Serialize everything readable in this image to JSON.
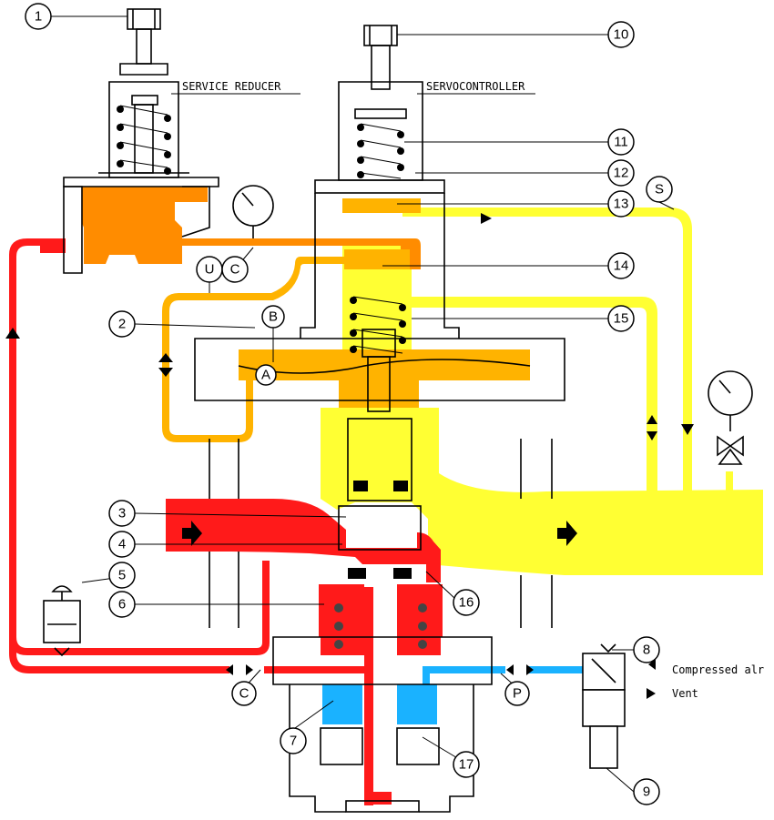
{
  "titles": {
    "service_reducer": "SERVICE REDUCER",
    "servocontroller": "SERVOCONTROLLER"
  },
  "side_labels": {
    "compressed_air": "Compressed alr",
    "vent": "Vent"
  },
  "callouts": {
    "c1": "1",
    "c2": "2",
    "c3": "3",
    "c4": "4",
    "c5": "5",
    "c6": "6",
    "c7": "7",
    "c8": "8",
    "c9": "9",
    "c10": "10",
    "c11": "11",
    "c12": "12",
    "c13": "13",
    "c14": "14",
    "c15": "15",
    "c16": "16",
    "c17": "17",
    "cA": "A",
    "cB": "B",
    "cC": "C",
    "cC2": "C",
    "cU": "U",
    "cS": "S",
    "cP": "P"
  },
  "colors": {
    "inlet_red": "#ff1a1a",
    "pilot_orange": "#ff8c00",
    "motor_amber": "#ffb300",
    "outlet_yellow": "#ffff33",
    "pneumatic_blue": "#1ab2ff",
    "outline": "#000000"
  },
  "icons": [
    "gauge-icon",
    "flow-arrow-icon",
    "spring-icon",
    "solenoid-valve-icon",
    "three-way-valve-icon"
  ]
}
